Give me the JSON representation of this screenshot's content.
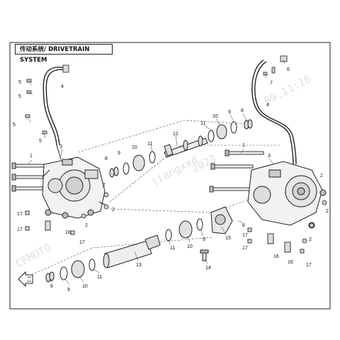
{
  "title": "传动系统/ DRIVETRAIN SYSTEM",
  "watermarks": [
    "CFMOTO",
    "jiangxxd",
    "2023",
    "09.11:16"
  ],
  "callouts": [
    {
      "id": "c4a",
      "text": "4"
    },
    {
      "id": "c5a",
      "text": "5"
    },
    {
      "id": "c5b",
      "text": "5"
    },
    {
      "id": "c5c",
      "text": "5"
    },
    {
      "id": "c6",
      "text": "6"
    },
    {
      "id": "c7",
      "text": "7"
    },
    {
      "id": "c4b",
      "text": "4"
    },
    {
      "id": "c5d",
      "text": "5"
    },
    {
      "id": "c3a",
      "text": "3"
    },
    {
      "id": "c3b",
      "text": "3"
    },
    {
      "id": "c1a",
      "text": "1"
    },
    {
      "id": "c1b",
      "text": "1"
    },
    {
      "id": "c12",
      "text": "12"
    },
    {
      "id": "c11a",
      "text": "11"
    },
    {
      "id": "c11b",
      "text": "11"
    },
    {
      "id": "c10a",
      "text": "10"
    },
    {
      "id": "c10b",
      "text": "10"
    },
    {
      "id": "c9a",
      "text": "9"
    },
    {
      "id": "c9b",
      "text": "9"
    },
    {
      "id": "c8a",
      "text": "8"
    },
    {
      "id": "c8b",
      "text": "8"
    },
    {
      "id": "c2a",
      "text": "2"
    },
    {
      "id": "c2b",
      "text": "2"
    },
    {
      "id": "c2c",
      "text": "2"
    },
    {
      "id": "c2d",
      "text": "2"
    },
    {
      "id": "c2e",
      "text": "2"
    },
    {
      "id": "c2f",
      "text": "2"
    },
    {
      "id": "c17a",
      "text": "17"
    },
    {
      "id": "c17b",
      "text": "17"
    },
    {
      "id": "c17c",
      "text": "17"
    },
    {
      "id": "c17d",
      "text": "17"
    },
    {
      "id": "c17e",
      "text": "17"
    },
    {
      "id": "c17f",
      "text": "17"
    },
    {
      "id": "c16a",
      "text": "16"
    },
    {
      "id": "c16b",
      "text": "16"
    },
    {
      "id": "c16c",
      "text": "16"
    },
    {
      "id": "c8c",
      "text": "8"
    },
    {
      "id": "c9c",
      "text": "9"
    },
    {
      "id": "c10c",
      "text": "10"
    },
    {
      "id": "c11c",
      "text": "11"
    },
    {
      "id": "c11d",
      "text": "11"
    },
    {
      "id": "c10d",
      "text": "10"
    },
    {
      "id": "c9d",
      "text": "9"
    },
    {
      "id": "c8d",
      "text": "8"
    },
    {
      "id": "c13",
      "text": "13"
    },
    {
      "id": "c14",
      "text": "14"
    },
    {
      "id": "c15",
      "text": "15"
    }
  ]
}
